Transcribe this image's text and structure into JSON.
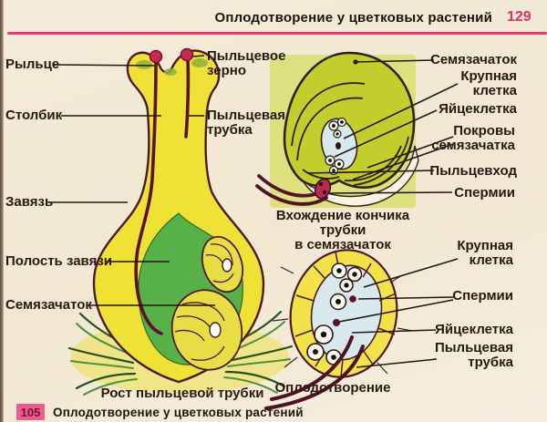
{
  "header": {
    "title": "Оплодотворение у цветковых растений",
    "page_number": "129"
  },
  "figure": {
    "pistil": {
      "caption": "Рост пыльцевой трубки",
      "labels_left": [
        "Рыльце",
        "Столбик",
        "Завязь",
        "Полость завязи",
        "Семязачаток"
      ],
      "labels_right": [
        "Пыльцевое\nзерно",
        "Пыльцевая\nтрубка"
      ]
    },
    "tube_entry": {
      "caption": "Вхождение  кончика трубки\nв семязачаток",
      "labels": [
        "Семязачаток",
        "Крупная\nклетка",
        "Яйцеклетка",
        "Покровы\nсемязачатка",
        "Пыльцевход",
        "Спермии"
      ]
    },
    "fertilization": {
      "caption": "Оплодотворение",
      "labels": [
        "Крупная\nклетка",
        "Спермии",
        "Яйцеклетка",
        "Пыльцевая\nтрубка"
      ]
    }
  },
  "footer": {
    "badge": "105",
    "title": "Оплодотворение у цветковых растений"
  },
  "colors": {
    "accent_pink": "#e23b76",
    "page_number_pink": "#d63168",
    "badge_pink": "#ee5a90",
    "pistil_yellow": "#efe136",
    "cavity_green": "#58b048",
    "ovule_green": "#c2ce2b",
    "embryo_sac_blue": "#d8e9ee",
    "pollen_tube_maroon": "#53122a",
    "pollen_grain_crimson": "#c32a55",
    "cell_ring_yellow": "#f3e249",
    "paper_cream": "#f3ebd7"
  }
}
